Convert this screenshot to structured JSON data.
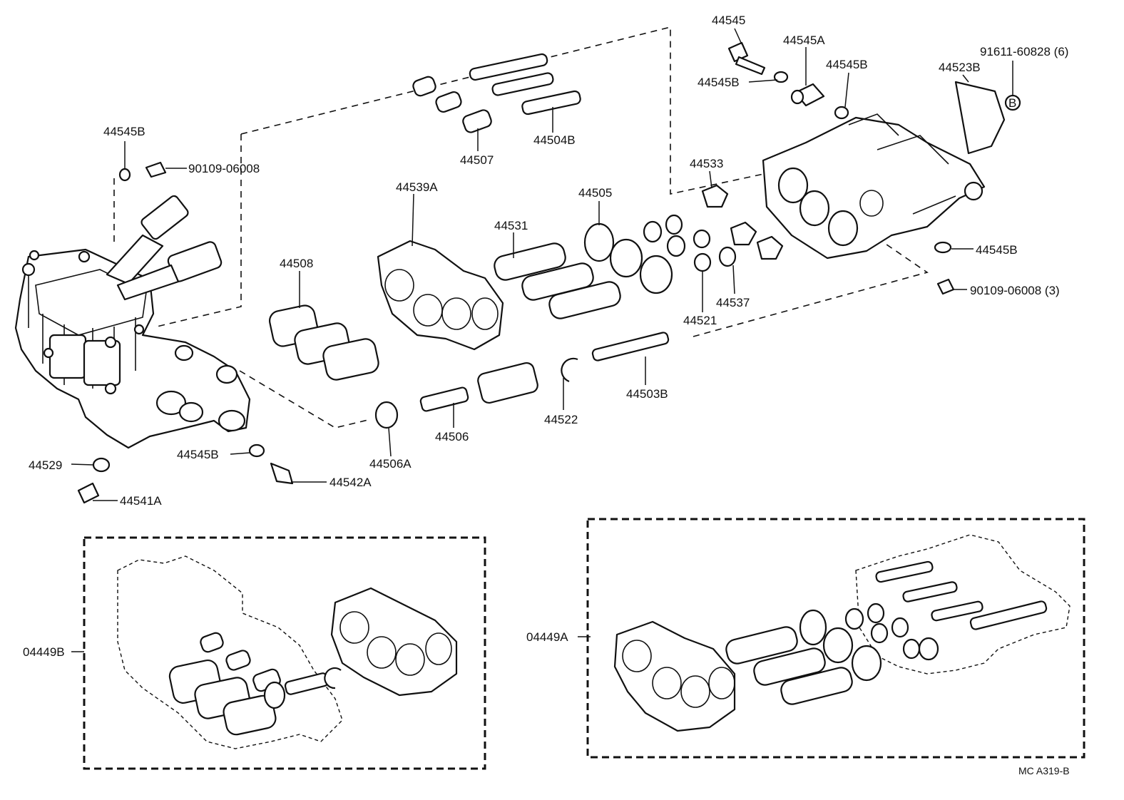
{
  "parts": {
    "p44545": "44545",
    "p44545A": "44545A",
    "p44545B_top_left": "44545B",
    "p44545B_top": "44545B",
    "p44545B_right": "44545B",
    "p44545B_bottom": "44545B",
    "p91611": "91611-60828 (6)",
    "p44523B": "44523B",
    "mark_B": "B",
    "p90109_left": "90109-06008",
    "p90109_right": "90109-06008 (3)",
    "p44507": "44507",
    "p44504B": "44504B",
    "p44533": "44533",
    "p44505": "44505",
    "p44539A": "44539A",
    "p44531": "44531",
    "p44508": "44508",
    "p44521": "44521",
    "p44537": "44537",
    "p44503B": "44503B",
    "p44522": "44522",
    "p44506": "44506",
    "p44506A": "44506A",
    "p44529": "44529",
    "p44541A": "44541A",
    "p44542A": "44542A",
    "p04449B": "04449B",
    "p04449A": "04449A"
  },
  "footer": {
    "code": "MC  A319-B"
  }
}
